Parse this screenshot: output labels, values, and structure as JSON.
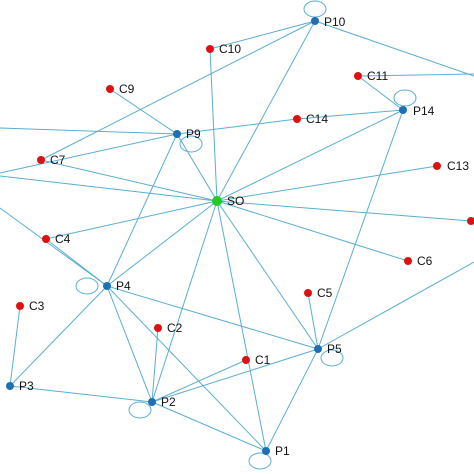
{
  "colors": {
    "edge": "#5aaed2",
    "loop": "#5aaed2",
    "source_node": "#22cc22",
    "consumer_node": "#dd1111",
    "producer_node": "#1f6fb5",
    "label": "#111111"
  },
  "nodes": [
    {
      "id": "SO",
      "label": "SO",
      "kind": "source"
    },
    {
      "id": "P1",
      "label": "P1",
      "kind": "producer"
    },
    {
      "id": "P2",
      "label": "P2",
      "kind": "producer"
    },
    {
      "id": "P3",
      "label": "P3",
      "kind": "producer"
    },
    {
      "id": "P4",
      "label": "P4",
      "kind": "producer"
    },
    {
      "id": "P5",
      "label": "P5",
      "kind": "producer"
    },
    {
      "id": "P9",
      "label": "P9",
      "kind": "producer"
    },
    {
      "id": "P10",
      "label": "P10",
      "kind": "producer"
    },
    {
      "id": "P14",
      "label": "P14",
      "kind": "producer"
    },
    {
      "id": "C1",
      "label": "C1",
      "kind": "consumer"
    },
    {
      "id": "C2",
      "label": "C2",
      "kind": "consumer"
    },
    {
      "id": "C3",
      "label": "C3",
      "kind": "consumer"
    },
    {
      "id": "C4",
      "label": "C4",
      "kind": "consumer"
    },
    {
      "id": "C5",
      "label": "C5",
      "kind": "consumer"
    },
    {
      "id": "C6",
      "label": "C6",
      "kind": "consumer"
    },
    {
      "id": "C7",
      "label": "C7",
      "kind": "consumer"
    },
    {
      "id": "C9",
      "label": "C9",
      "kind": "consumer"
    },
    {
      "id": "C10",
      "label": "C10",
      "kind": "consumer"
    },
    {
      "id": "C11",
      "label": "C11",
      "kind": "consumer"
    },
    {
      "id": "C13",
      "label": "C13",
      "kind": "consumer"
    },
    {
      "id": "C14",
      "label": "C14",
      "kind": "consumer"
    },
    {
      "id": "C_edge",
      "label": "",
      "kind": "consumer"
    }
  ],
  "edges": [
    [
      "SO",
      "P1"
    ],
    [
      "SO",
      "P2"
    ],
    [
      "SO",
      "P4"
    ],
    [
      "SO",
      "P5"
    ],
    [
      "SO",
      "P9"
    ],
    [
      "SO",
      "P10"
    ],
    [
      "SO",
      "P14"
    ],
    [
      "SO",
      "C4"
    ],
    [
      "SO",
      "C7"
    ],
    [
      "SO",
      "C6"
    ],
    [
      "SO",
      "C10"
    ],
    [
      "SO",
      "C13"
    ],
    [
      "SO",
      "C_edge"
    ],
    [
      "SO",
      "offL1"
    ],
    [
      "P1",
      "P2"
    ],
    [
      "P1",
      "P5"
    ],
    [
      "P1",
      "P4"
    ],
    [
      "P2",
      "P3"
    ],
    [
      "P2",
      "P4"
    ],
    [
      "P2",
      "C1"
    ],
    [
      "P2",
      "C2"
    ],
    [
      "P2",
      "P5"
    ],
    [
      "P3",
      "C3"
    ],
    [
      "P3",
      "P4"
    ],
    [
      "P4",
      "C4"
    ],
    [
      "P4",
      "P5"
    ],
    [
      "P4",
      "P9"
    ],
    [
      "P4",
      "offL2"
    ],
    [
      "P5",
      "C5"
    ],
    [
      "P5",
      "P14"
    ],
    [
      "P5",
      "offR1"
    ],
    [
      "P9",
      "C9"
    ],
    [
      "P9",
      "C14"
    ],
    [
      "P9",
      "offL3"
    ],
    [
      "P9",
      "offL4"
    ],
    [
      "C7",
      "P10"
    ],
    [
      "P10",
      "C10"
    ],
    [
      "P10",
      "offR2"
    ],
    [
      "P14",
      "C14"
    ],
    [
      "P14",
      "C11"
    ],
    [
      "C11",
      "offR3"
    ]
  ],
  "loops": [
    "P1",
    "P2",
    "P4",
    "P5",
    "P9",
    "P10",
    "P14"
  ]
}
